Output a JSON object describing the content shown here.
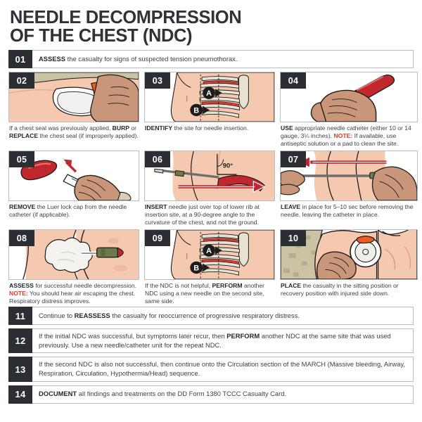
{
  "title": {
    "line1": "NEEDLE DECOMPRESSION",
    "line2": "OF THE CHEST (NDC)"
  },
  "colors": {
    "dark": "#2b2f33",
    "note_red": "#d83b2e",
    "skin": "#f5c9b0",
    "skin_shadow": "#e3a98e",
    "hand": "#c99679",
    "bone": "#e8e0d2",
    "rib_highlight": "#e03a34",
    "catheter_red": "#c1272d",
    "camo": "#cbc3a4",
    "border": "#b9bdc0"
  },
  "step01": {
    "num": "01",
    "bold": "ASSESS",
    "text": " the casualty for signs of suspected tension pneumothorax."
  },
  "panels": [
    {
      "num": "02",
      "art": "chest-seal-burp",
      "caption_parts": [
        {
          "type": "plain",
          "text": "If a chest seal was previously applied, "
        },
        {
          "type": "bold",
          "text": "BURP"
        },
        {
          "type": "plain",
          "text": " or "
        },
        {
          "type": "bold",
          "text": "REPLACE"
        },
        {
          "type": "plain",
          "text": " the chest seal (if improperly applied)."
        }
      ]
    },
    {
      "num": "03",
      "art": "ribcage-sites",
      "markers": [
        "A",
        "B"
      ],
      "caption_parts": [
        {
          "type": "bold",
          "text": "IDENTIFY"
        },
        {
          "type": "plain",
          "text": " the site for needle insertion."
        }
      ]
    },
    {
      "num": "04",
      "art": "hand-holding-catheter",
      "caption_parts": [
        {
          "type": "bold",
          "text": "USE"
        },
        {
          "type": "plain",
          "text": " appropriate needle catheter (either 10 or 14 gauge, 3¼ inches). "
        },
        {
          "type": "note",
          "text": "NOTE:"
        },
        {
          "type": "plain",
          "text": " If available, use antiseptic solution or a pad to clean the site."
        }
      ]
    },
    {
      "num": "05",
      "art": "remove-luer-cap",
      "caption_parts": [
        {
          "type": "bold",
          "text": "REMOVE"
        },
        {
          "type": "plain",
          "text": " the Luer lock cap from the needle catheter (if applicable)."
        }
      ]
    },
    {
      "num": "06",
      "art": "insert-needle-90",
      "angle_label": "90°",
      "caption_parts": [
        {
          "type": "bold",
          "text": "INSERT"
        },
        {
          "type": "plain",
          "text": " needle just over top of lower rib at insertion site, at a 90-degree angle to the curvature of the chest, and not the ground."
        }
      ]
    },
    {
      "num": "07",
      "art": "leave-in-place",
      "caption_parts": [
        {
          "type": "bold",
          "text": "LEAVE"
        },
        {
          "type": "plain",
          "text": " in place for 5–10 sec before removing the needle, leaving the catheter in place."
        }
      ]
    },
    {
      "num": "08",
      "art": "air-escaping",
      "caption_parts": [
        {
          "type": "bold",
          "text": "ASSESS"
        },
        {
          "type": "plain",
          "text": " for successful needle decompression. "
        },
        {
          "type": "note",
          "text": "NOTE:"
        },
        {
          "type": "plain",
          "text": " You should hear air escaping the chest. Respiratory distress improves."
        }
      ]
    },
    {
      "num": "09",
      "art": "ribcage-sites",
      "markers": [
        "A",
        "B"
      ],
      "caption_parts": [
        {
          "type": "plain",
          "text": "If the NDC is not helpful, "
        },
        {
          "type": "bold",
          "text": "PERFORM"
        },
        {
          "type": "plain",
          "text": " another NDC using a new needle on the second site, same side."
        }
      ]
    },
    {
      "num": "10",
      "art": "sitting-position",
      "caption_parts": [
        {
          "type": "bold",
          "text": "PLACE"
        },
        {
          "type": "plain",
          "text": " the casualty in the sitting position or recovery position with injured side down."
        }
      ]
    }
  ],
  "steps_bottom": [
    {
      "num": "11",
      "parts": [
        {
          "type": "plain",
          "text": "Continue to "
        },
        {
          "type": "bold",
          "text": "REASSESS"
        },
        {
          "type": "plain",
          "text": " the casualty for reoccurrence of progressive respiratory distress."
        }
      ]
    },
    {
      "num": "12",
      "parts": [
        {
          "type": "plain",
          "text": "If the initial NDC was successful, but symptoms later recur, then "
        },
        {
          "type": "bold",
          "text": "PERFORM"
        },
        {
          "type": "plain",
          "text": " another NDC at the same site that was used previously. Use a new needle/catheter unit for the repeat NDC."
        }
      ]
    },
    {
      "num": "13",
      "parts": [
        {
          "type": "plain",
          "text": "If the second NDC is also not successful, then continue onto the Circulation section of the MARCH (Massive bleeding, Airway, Respiration, Circulation, Hypothermia/Head) sequence."
        }
      ]
    },
    {
      "num": "14",
      "parts": [
        {
          "type": "bold",
          "text": "DOCUMENT"
        },
        {
          "type": "plain",
          "text": " all findings and treatments on the DD Form 1380 TCCC Casualty Card."
        }
      ]
    }
  ]
}
